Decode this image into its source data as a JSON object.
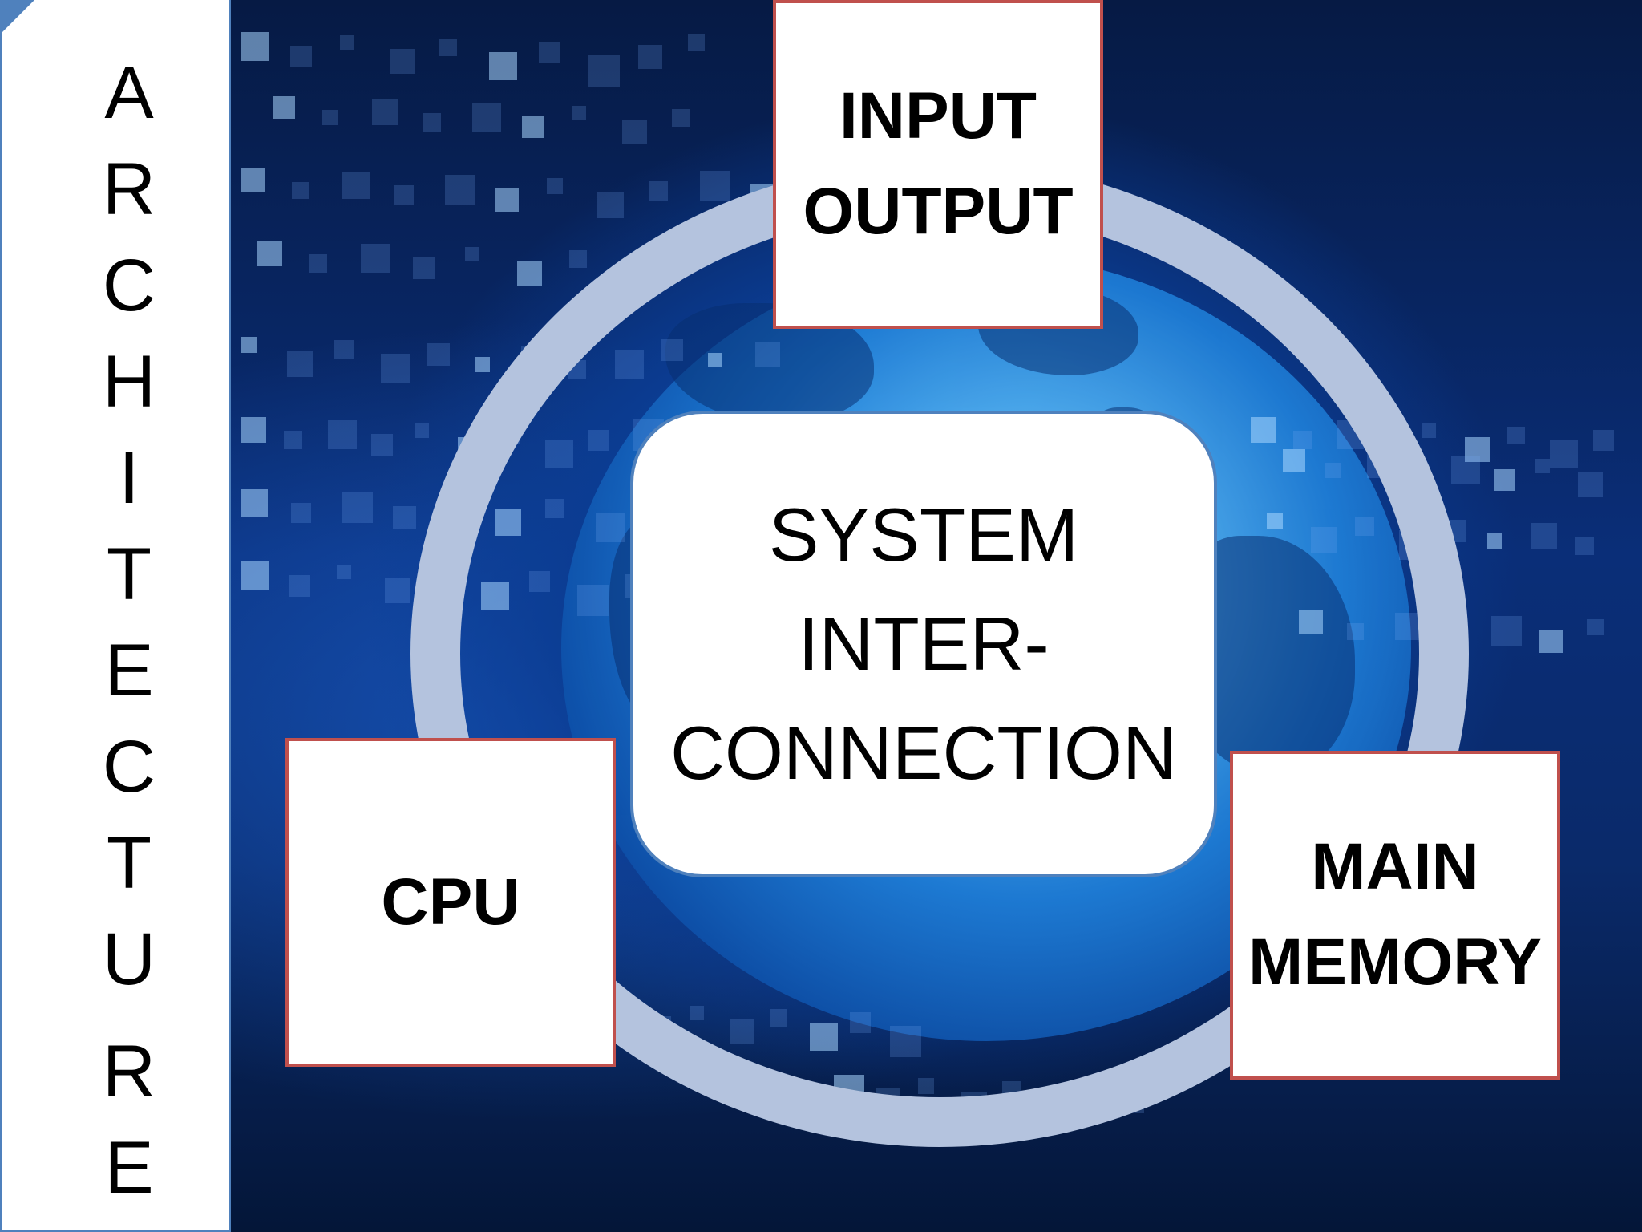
{
  "side_label": {
    "letters": [
      "A",
      "R",
      "C",
      "H",
      "I",
      "T",
      "E",
      "C",
      "T",
      "U",
      "R",
      "E"
    ]
  },
  "diagram": {
    "center": {
      "lines": [
        "SYSTEM",
        "INTER-",
        "CONNECTION"
      ]
    },
    "input_output": {
      "lines": [
        "INPUT",
        "OUTPUT"
      ]
    },
    "cpu": {
      "lines": [
        "CPU"
      ]
    },
    "main_memory": {
      "lines": [
        "MAIN",
        "MEMORY"
      ]
    }
  },
  "colors": {
    "side_border": "#4f81bd",
    "box_border": "#c0504d",
    "ring": "#b4c3de"
  }
}
